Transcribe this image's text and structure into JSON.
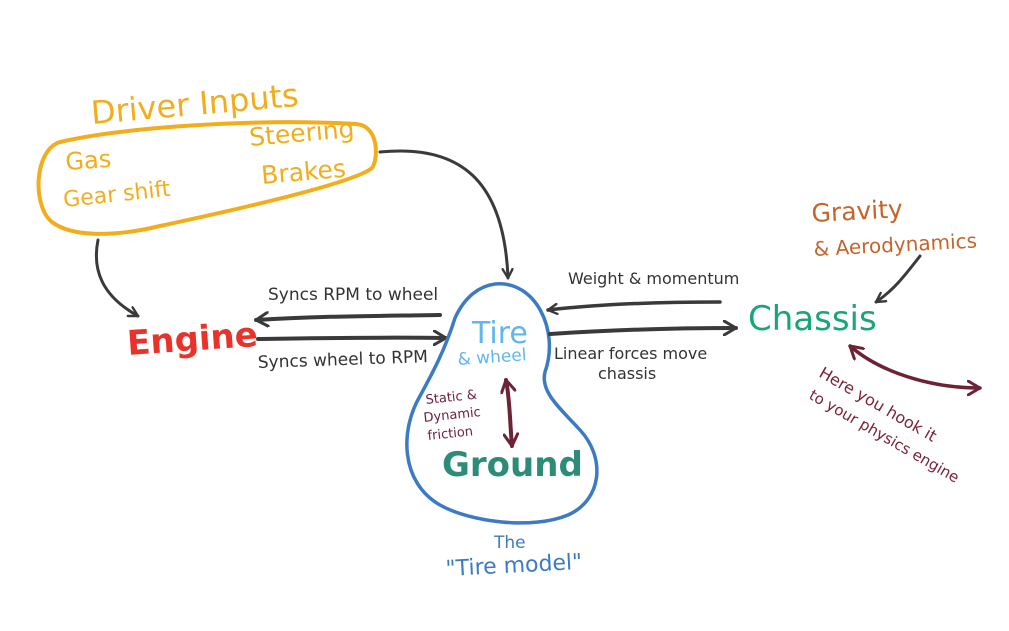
{
  "colors": {
    "driver": "#f2ad1c",
    "engine": "#e8322a",
    "tire": "#62b6ee",
    "ground": "#2c8c78",
    "chassis": "#17a67a",
    "gravity": "#c4652c",
    "hook": "#7a2236",
    "friction": "#6e2236",
    "model": "#3d7ac4",
    "arrow": "#3a3a3a",
    "text": "#333333"
  },
  "driver_inputs": {
    "title": "Driver Inputs",
    "items": [
      "Gas",
      "Gear shift",
      "Steering",
      "Brakes"
    ]
  },
  "engine": {
    "label": "Engine"
  },
  "tire": {
    "label": "Tire",
    "sublabel": "& wheel"
  },
  "ground": {
    "label": "Ground"
  },
  "chassis": {
    "label": "Chassis"
  },
  "gravity": {
    "line1": "Gravity",
    "line2": "& Aerodynamics"
  },
  "friction": {
    "lines": [
      "Static &",
      "Dynamic",
      "friction"
    ]
  },
  "links": {
    "rpm_to_wheel": "Syncs RPM to wheel",
    "wheel_to_rpm": "Syncs wheel to RPM",
    "weight_momentum": "Weight & momentum",
    "linear_forces": [
      "Linear forces move",
      "chassis"
    ]
  },
  "hook": {
    "lines": [
      "Here you hook it",
      "to your physics engine"
    ]
  },
  "tire_model": {
    "line1": "The",
    "line2": "\"Tire model\""
  }
}
